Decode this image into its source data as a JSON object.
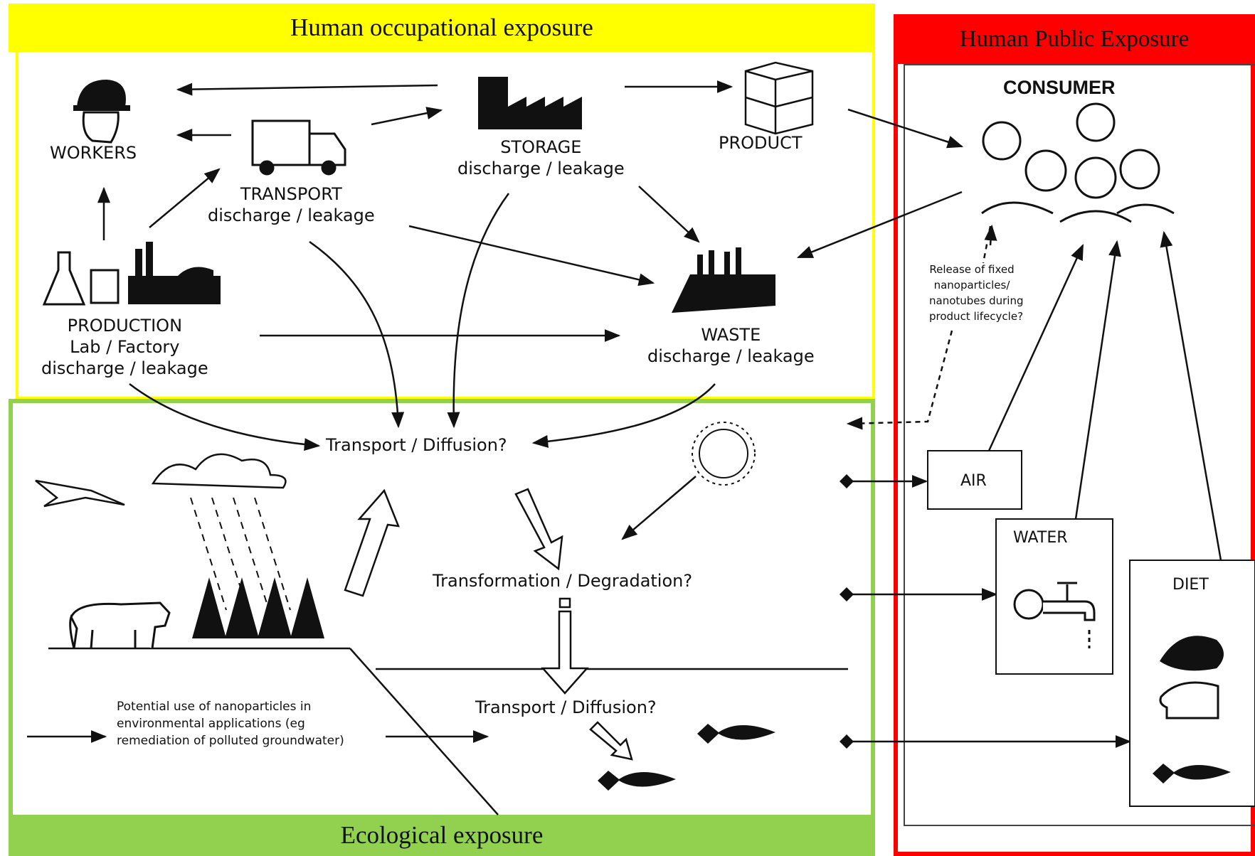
{
  "zones": {
    "occupational": "Human occupational exposure",
    "public": "Human Public Exposure",
    "ecological": "Ecological exposure"
  },
  "nodes": {
    "workers": "WORKERS",
    "transport": [
      "TRANSPORT",
      "discharge / leakage"
    ],
    "storage": [
      "STORAGE",
      "discharge / leakage"
    ],
    "product": "PRODUCT",
    "production": [
      "PRODUCTION",
      "Lab / Factory",
      "discharge / leakage"
    ],
    "waste": [
      "WASTE",
      "discharge / leakage"
    ],
    "consumer": "CONSUMER",
    "air": "AIR",
    "water": "WATER",
    "diet": "DIET"
  },
  "processes": {
    "transport_diffusion_1": "Transport / Diffusion?",
    "transformation": "Transformation / Degradation?",
    "transport_diffusion_2": "Transport / Diffusion?"
  },
  "notes": {
    "release": [
      "Release of fixed",
      "nanoparticles/",
      "nanotubes during",
      "product lifecycle?"
    ],
    "potential_use": [
      "Potential use of nanoparticles in",
      "environmental applications (eg",
      "remediation of polluted groundwater)"
    ]
  },
  "colors": {
    "occupational": "#ffff00",
    "public": "#ff0000",
    "ecological": "#92d050"
  }
}
